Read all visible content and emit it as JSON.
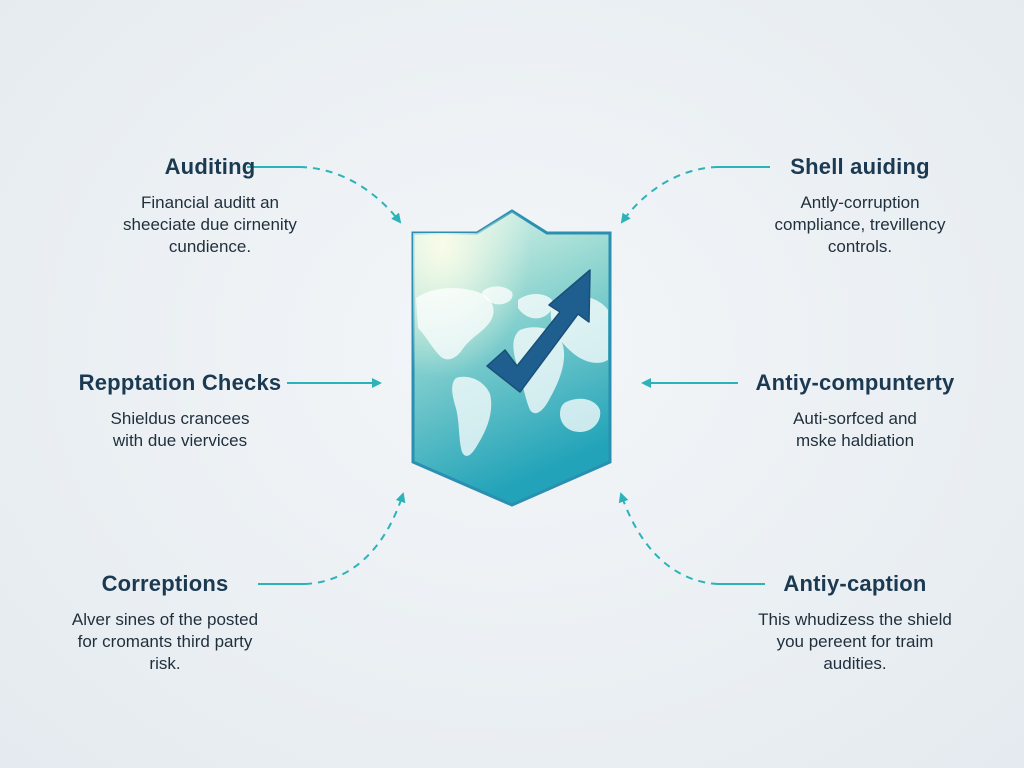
{
  "blocks": {
    "top_left": {
      "title": "Auditing",
      "lines": [
        "Financial auditt an",
        "sheeciate due cirnenity",
        "cundience."
      ]
    },
    "top_right": {
      "title": "Shell auiding",
      "lines": [
        "Antly-corruption",
        "compliance, trevillency",
        "controls."
      ]
    },
    "mid_left": {
      "title": "Repptation Checks",
      "lines": [
        "Shieldus crancees",
        "with due viervices"
      ]
    },
    "mid_right": {
      "title": "Antiy-compunterty",
      "lines": [
        "Auti-sorfced and",
        "mske haldiation"
      ]
    },
    "bottom_left": {
      "title": "Correptions",
      "lines": [
        "Alver sines of the posted",
        "for cromants third party",
        "risk."
      ]
    },
    "bottom_right": {
      "title": "Antiy-caption",
      "lines": [
        "This whudizess the shield",
        "you pereent for traim",
        "audities."
      ]
    }
  },
  "colors": {
    "accent": "#2bb3b8",
    "shield_top": "#d9f0ea",
    "shield_bottom": "#2aa9bb",
    "shield_border": "#2a8fb0",
    "arrow": "#1f5f8f",
    "title": "#1b3a52",
    "text": "#1f2f3c",
    "background": "#eaeff3"
  },
  "icons": {
    "center": "shield-globe-checkmark-icon"
  }
}
